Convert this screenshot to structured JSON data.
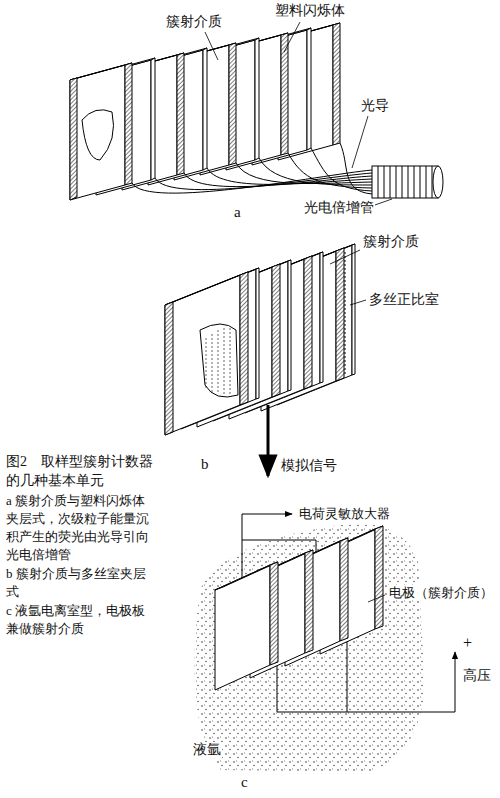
{
  "diagram": {
    "caption": "图2　取样型簇射计数器的几种基本单元",
    "labels": [
      "簇射介质",
      "塑料闪烁体",
      "光导",
      "光电倍增管",
      "a",
      "簇射介质",
      "多丝正比室",
      "模拟信号",
      "b",
      "电荷灵敏放大器",
      "电极（簇射介质）",
      "高压",
      "+",
      "液氩",
      "c",
      "a 簇射介质与塑料闪烁体夹层式，次级粒子能量沉积产生的荧光由光导引向光电倍增管",
      "b 簇射介质与多丝室夹层式",
      "c 液氩电离室型，电极板兼做簇射介质"
    ]
  }
}
